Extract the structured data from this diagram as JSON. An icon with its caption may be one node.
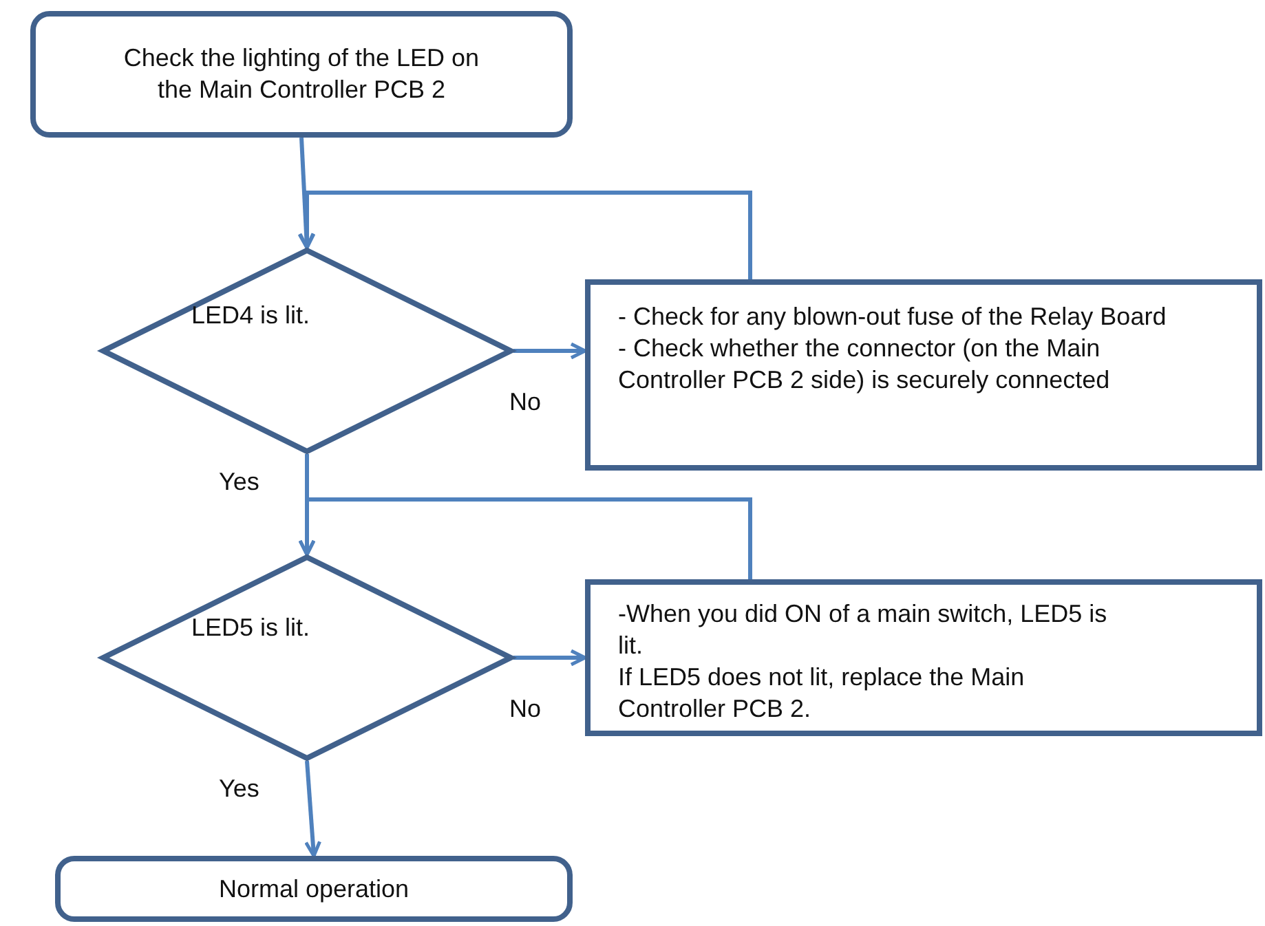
{
  "diagram": {
    "nodes": [
      {
        "text": [
          "Check the lighting of the LED on the Main Controller PCB 2"
        ]
      },
      {
        "text": [
          "LED4 is lit."
        ]
      },
      {
        "text": [
          "- Check for any blown-out fuse of the Relay Board",
          "- Check whether the connector (on the Main Controller PCB 2 side) is securely connected"
        ]
      },
      {
        "text": [
          "LED5 is lit."
        ]
      },
      {
        "text": [
          "-When you did ON of a main switch, LED5 is lit.",
          "If LED5 does not lit, replace the Main Controller PCB 2."
        ]
      },
      {
        "text": [
          "Normal operation"
        ]
      }
    ],
    "edges": [
      {
        "from": 0,
        "to": 1,
        "arrow": "to"
      },
      {
        "from": 1,
        "to": 2,
        "arrow": "to",
        "label": "No"
      },
      {
        "from": 2,
        "to": 1,
        "arrow": "to"
      },
      {
        "from": 1,
        "to": 3,
        "arrow": "to",
        "label": "Yes"
      },
      {
        "from": 3,
        "to": 4,
        "arrow": "to",
        "label": "No"
      },
      {
        "from": 4,
        "to": 3,
        "arrow": "to"
      },
      {
        "from": 3,
        "to": 5,
        "arrow": "to",
        "label": "Yes"
      }
    ]
  }
}
